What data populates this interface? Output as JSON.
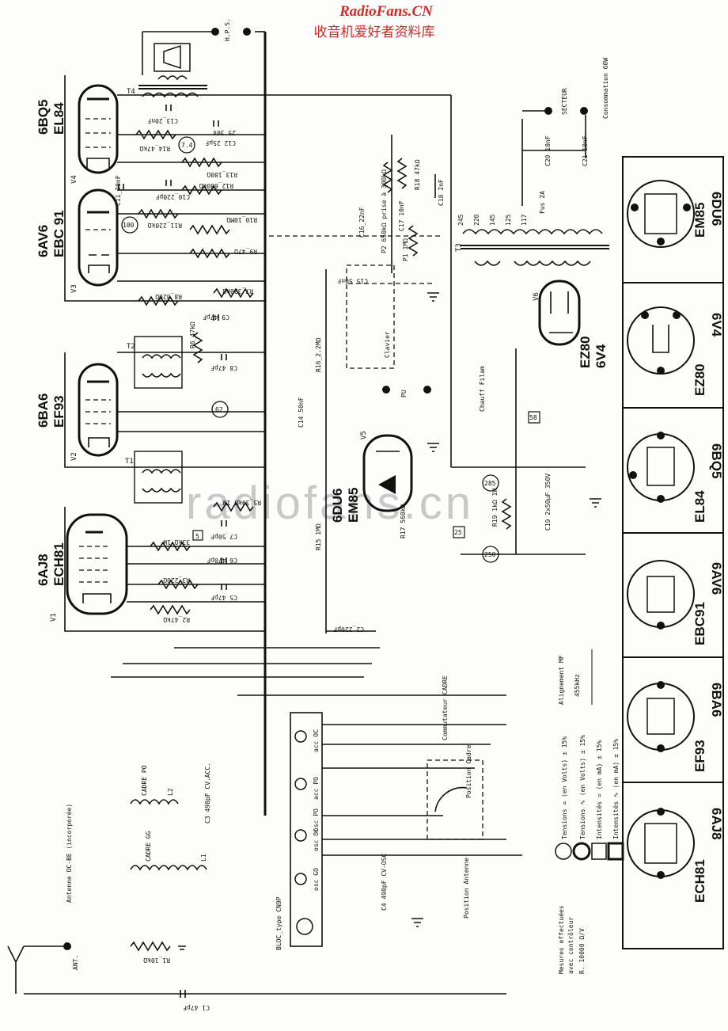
{
  "header": {
    "site": "RadioFans.CN",
    "site_cn": "收音机爱好者资料库",
    "hps": "H.P.S.",
    "watermark": "radiofans.cn"
  },
  "colors": {
    "brand_red": "#d42a2a",
    "ink": "#111111",
    "paper": "#fdfdfb"
  },
  "tubes": {
    "v4": {
      "name": "6BQ5",
      "alt": "EL84",
      "id": "V4"
    },
    "v3": {
      "name": "6AV6",
      "alt": "EBC 91",
      "id": "V3"
    },
    "v2": {
      "name": "6BA6",
      "alt": "EF93",
      "id": "V2"
    },
    "v1": {
      "name": "6AJ8",
      "alt": "ECH81",
      "id": "V1"
    },
    "v5": {
      "name": "6DU6",
      "alt": "EM85",
      "id": "V5"
    },
    "v6": {
      "name": "EZ80",
      "alt": "6V4",
      "id": "V6"
    }
  },
  "transformers": {
    "t1": "T1",
    "t2": "T2",
    "t3": "T3",
    "t4": "T4"
  },
  "components": {
    "c13": "C13_20nF",
    "c12": "C12 25µF",
    "c12v": "25 30V",
    "r14": "R14_47kΩ",
    "r13": "R13_180Ω",
    "r12": "R12_680kΩ",
    "c10": "C10_220pF",
    "c11": "C11_20nF",
    "r11": "R11_220kΩ",
    "r10": "R10_10MΩ",
    "r9": "R9_47Ω",
    "r8": "R8_820Ω",
    "r7": "R7_330kΩ",
    "c9": "C9 47pF",
    "r6": "R6_47kΩ",
    "c8": "C8 47pF",
    "r5": "R5_39kΩ 1W",
    "c7": "C7 50pF",
    "r4": "33kΩ 1W",
    "c6": "C6 470pF",
    "r3": "R3_220Ω",
    "c5": "C5 47pF",
    "r2": "R2_47kΩ",
    "c2": "C2_220pF",
    "c16": "C16_22nF",
    "p2": "P2 650kΩ prise à 300kΩ",
    "r18": "R18 47kΩ",
    "c17": "C17 10nF",
    "c18": "C18 2nF",
    "p1": "P1 1MΩ",
    "c15": "C15 50nF",
    "r16": "R16_2.2MΩ",
    "c14": "C14 50nF",
    "r15": "R15 1MΩ",
    "r17": "R17 560kΩ",
    "r19": "R19 1kΩ 1W",
    "c19": "C19 2x50µF 350V",
    "c20": "C20 10nF",
    "c21": "C21 10nF",
    "fuse": "Fus 2A",
    "c3": "C3 490pF CV.ACC.",
    "c4": "C4 490pF CV-OSC",
    "r1": "R1_10kΩ",
    "c1": "C1 47pF",
    "l1": "L1",
    "l2": "L2",
    "cadre_po": "CADRE PO",
    "cadre_gg": "CADRE GG"
  },
  "taps": [
    "245",
    "220",
    "145",
    "125",
    "117"
  ],
  "voltages": [
    "7.4",
    "100",
    "62",
    "285",
    "250",
    "58",
    "25",
    "5"
  ],
  "labels": {
    "secteur": "SECTEUR",
    "consommation": "Consommation 60W",
    "chauff": "Chauff Filam",
    "clavier": "Clavier",
    "pu": "PU",
    "bloc": "BLOC_type CN9P",
    "bloc_ports": [
      "acc OC",
      "acc PO",
      "osc PO",
      "osc OC",
      "osc GO"
    ],
    "commutateur": "Commutateur CADRE",
    "position_cadre": "Position Cadre",
    "position_antenne": "Position Antenne",
    "antenne": "Antenne OC-BE (incorporée)",
    "ant": "ANT."
  },
  "legend": {
    "mf_title": "Alignement MF",
    "mf_value": "455kHz",
    "items": [
      "Tensions = (en Volts) ± 15%",
      "Tensions ∿ (en Volts) ± 15%",
      "Intensités = (en mA) ± 15%",
      "Intensités ∿ (en mA) ± 15%"
    ],
    "measure1": "Mesures effectuées",
    "measure2": "avec contrôleur",
    "measure3": "R. 10000 Ω/V"
  },
  "bases": [
    {
      "top": "6DU6",
      "bottom": "EM85"
    },
    {
      "top": "6V4",
      "bottom": "EZ80"
    },
    {
      "top": "6BQ5",
      "bottom": "EL84"
    },
    {
      "top": "6AV6",
      "bottom": "EBC91"
    },
    {
      "top": "6BA6",
      "bottom": "EF93"
    },
    {
      "top": "6AJ8",
      "bottom": "ECH81"
    }
  ]
}
